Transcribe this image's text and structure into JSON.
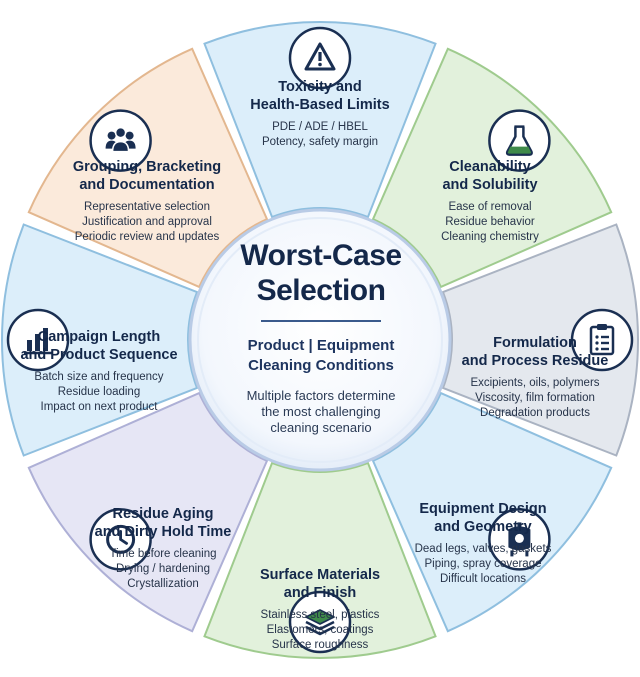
{
  "center": {
    "title_line1": "Worst-Case",
    "title_line2": "Selection",
    "sub_line1": "Product  |  Equipment",
    "sub_line2": "Cleaning Conditions",
    "desc_line1": "Multiple factors determine",
    "desc_line2": "the most challenging",
    "desc_line3": "cleaning scenario"
  },
  "segments": [
    {
      "icon": "warning-icon",
      "color": "#dceefa",
      "border": "#8fbfdf",
      "title": [
        "Toxicity and",
        "Health-Based Limits"
      ],
      "lines": [
        "PDE / ADE / HBEL",
        "Potency, safety margin"
      ]
    },
    {
      "icon": "flask-icon",
      "color": "#e2f1dc",
      "border": "#9fcb8e",
      "title": [
        "Cleanability",
        "and Solubility"
      ],
      "lines": [
        "Ease of removal",
        "Residue behavior",
        "Cleaning chemistry"
      ]
    },
    {
      "icon": "clipboard-icon",
      "color": "#e4e8ee",
      "border": "#aab3c2",
      "title": [
        "Formulation",
        "and Process Residue"
      ],
      "lines": [
        "Excipients, oils, polymers",
        "Viscosity, film formation",
        "Degradation products"
      ]
    },
    {
      "icon": "tank-icon",
      "color": "#dceefa",
      "border": "#8fbfdf",
      "title": [
        "Equipment Design",
        "and Geometry"
      ],
      "lines": [
        "Dead legs, valves, gaskets",
        "Piping, spray coverage",
        "Difficult locations"
      ]
    },
    {
      "icon": "layers-icon",
      "color": "#e2f1dc",
      "border": "#9fcb8e",
      "title": [
        "Surface Materials",
        "and Finish"
      ],
      "lines": [
        "Stainless steel, plastics",
        "Elastomers, coatings",
        "Surface roughness"
      ]
    },
    {
      "icon": "clock-icon",
      "color": "#e6e6f5",
      "border": "#aeb0d6",
      "title": [
        "Residue Aging",
        "and Dirty Hold Time"
      ],
      "lines": [
        "Time before cleaning",
        "Drying / hardening",
        "Crystallization"
      ]
    },
    {
      "icon": "bar-chart-icon",
      "color": "#dceefa",
      "border": "#8fbfdf",
      "title": [
        "Campaign Length",
        "and Product Sequence"
      ],
      "lines": [
        "Batch size and frequency",
        "Residue loading",
        "Impact on next product"
      ]
    },
    {
      "icon": "people-icon",
      "color": "#fbeadb",
      "border": "#e3b78f",
      "title": [
        "Grouping, Bracketing",
        "and Documentation"
      ],
      "lines": [
        "Representative selection",
        "Justification and approval",
        "Periodic review and updates"
      ]
    }
  ]
}
